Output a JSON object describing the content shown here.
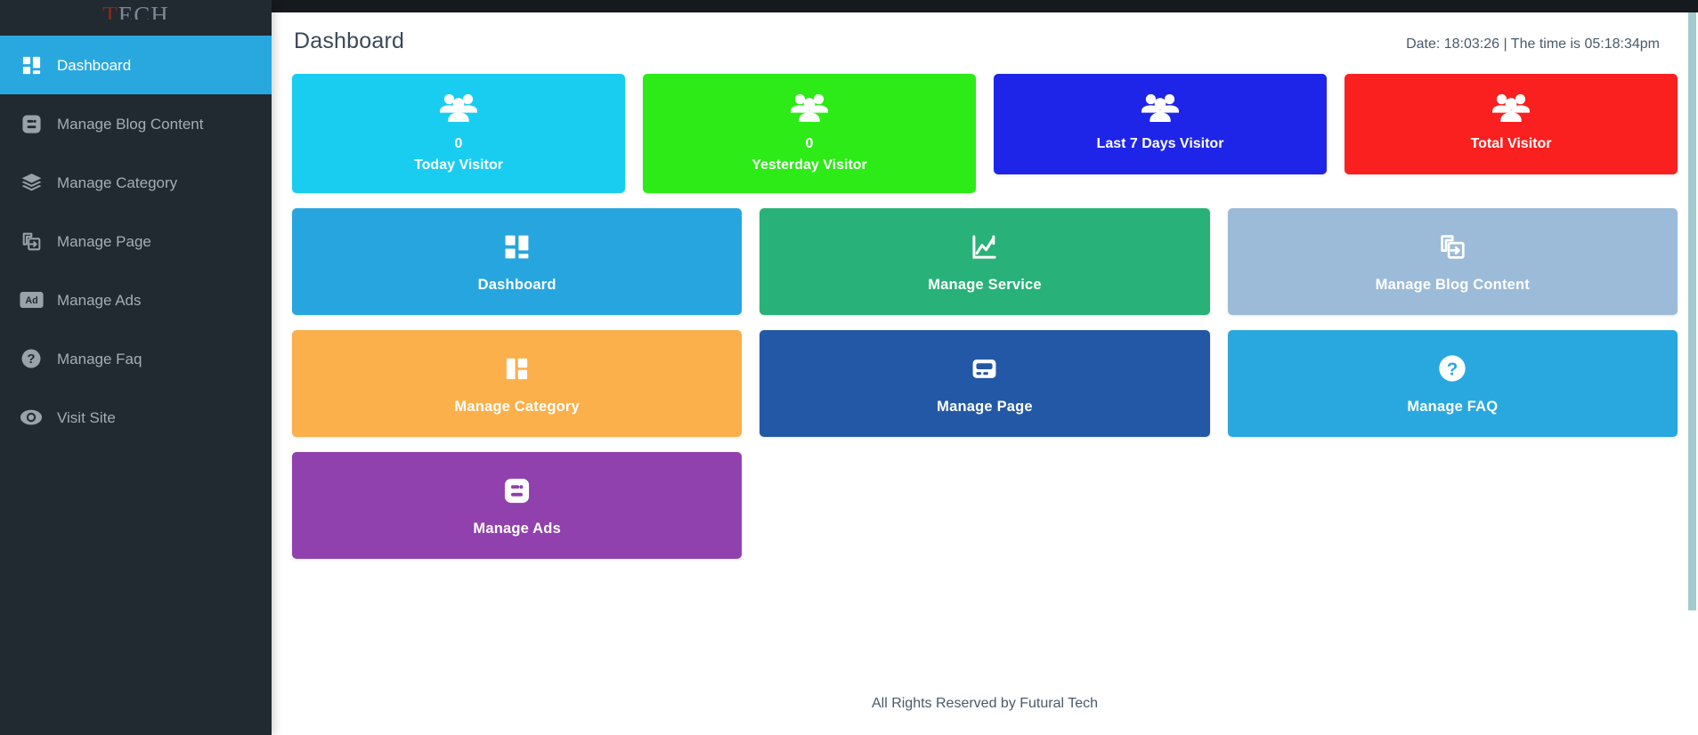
{
  "brand": {
    "accent": "T",
    "rest": "ECH"
  },
  "sidebar": {
    "bg_color": "#212931",
    "active_color": "#29a8e0",
    "items": [
      {
        "label": "Dashboard",
        "icon": "layout-grid-icon",
        "active": true
      },
      {
        "label": "Manage Blog Content",
        "icon": "blogger-icon",
        "active": false
      },
      {
        "label": "Manage Category",
        "icon": "layers-icon",
        "active": false
      },
      {
        "label": "Manage Page",
        "icon": "page-copy-icon",
        "active": false
      },
      {
        "label": "Manage Ads",
        "icon": "ad-badge-icon",
        "active": false
      },
      {
        "label": "Manage Faq",
        "icon": "question-circle-icon",
        "active": false
      },
      {
        "label": "Visit Site",
        "icon": "eye-icon",
        "active": false
      }
    ]
  },
  "header": {
    "title": "Dashboard",
    "datetime": "Date: 18:03:26 | The time is 05:18:34pm"
  },
  "stats": [
    {
      "label": "Today Visitor",
      "value": "0",
      "color": "#19cdf0",
      "icon": "users-icon"
    },
    {
      "label": "Yesterday Visitor",
      "value": "0",
      "color": "#2ceb16",
      "icon": "users-icon"
    },
    {
      "label": "Last 7 Days Visitor",
      "value": "",
      "color": "#1e25e8",
      "icon": "users-icon"
    },
    {
      "label": "Total Visitor",
      "value": "",
      "color": "#fa2020",
      "icon": "users-icon"
    }
  ],
  "tiles": [
    {
      "label": "Dashboard",
      "color": "#27a5de",
      "icon": "layout-grid-icon"
    },
    {
      "label": "Manage Service",
      "color": "#28b179",
      "icon": "analytics-chart-icon"
    },
    {
      "label": "Manage Blog Content",
      "color": "#9cbbd8",
      "icon": "page-copy-icon"
    },
    {
      "label": "Manage Category",
      "color": "#fbb04b",
      "icon": "layout-sidebar-icon"
    },
    {
      "label": "Manage Page",
      "color": "#2358a6",
      "icon": "browser-card-icon"
    },
    {
      "label": "Manage FAQ",
      "color": "#29a8e0",
      "icon": "question-circle-icon"
    },
    {
      "label": "Manage Ads",
      "color": "#9041ad",
      "icon": "blogger-icon"
    }
  ],
  "footer": {
    "text": "All Rights Reserved by Futural Tech"
  }
}
